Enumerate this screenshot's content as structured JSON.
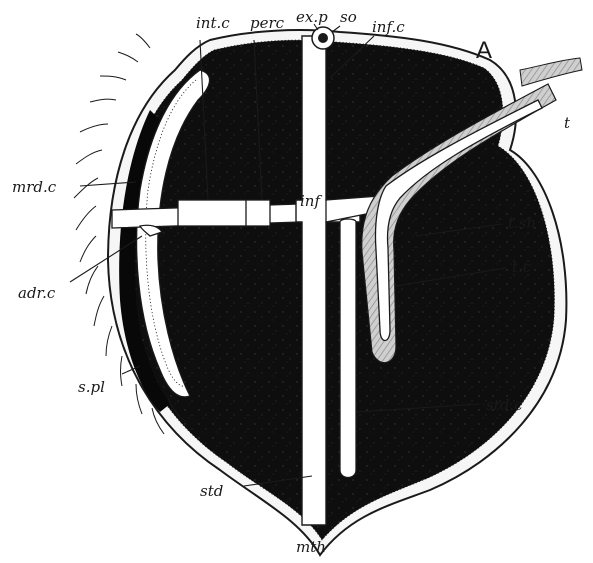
{
  "figure": {
    "plate_letter": "A",
    "labels": {
      "int_c_top": "int.c",
      "perc": "perc",
      "ex_p": "ex.p",
      "so": "so",
      "inf_c": "inf.c",
      "t": "t",
      "mrd_c": "mrd.c",
      "inf": "inf",
      "t_sh": "t.sh",
      "t_c": "t.c",
      "adr_c": "adr.c",
      "s_pl": "s.pl",
      "std_c": "std.c",
      "std": "std",
      "mth": "mth"
    }
  }
}
